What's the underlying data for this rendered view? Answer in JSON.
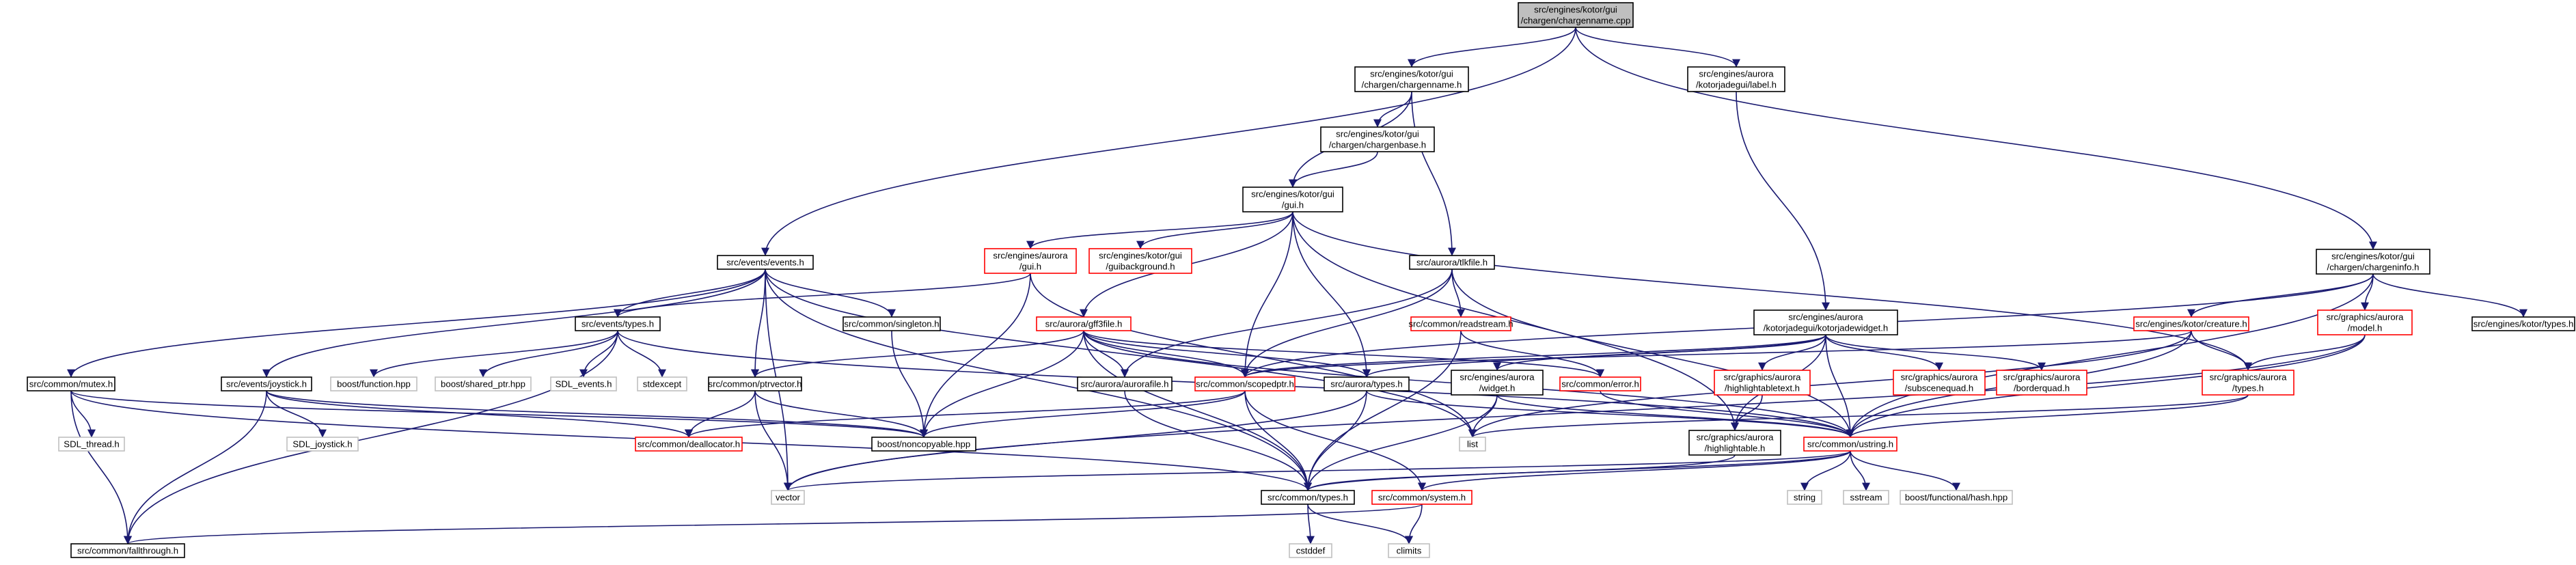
{
  "colors": {
    "edge": "#191970",
    "box_default": "#000000",
    "box_incomplete": "#ff0000",
    "box_nolink": "#bfbfbf",
    "root_fill": "#bfbfbf",
    "background": "#ffffff"
  },
  "nodes": {
    "root": {
      "lines": [
        "src/engines/kotor/gui",
        "/chargen/chargenname.cpp"
      ],
      "style": "root"
    },
    "chargenname_h": {
      "lines": [
        "src/engines/kotor/gui",
        "/chargen/chargenname.h"
      ],
      "style": "default"
    },
    "kotorjadegui_label_h": {
      "lines": [
        "src/engines/aurora",
        "/kotorjadegui/label.h"
      ],
      "style": "default"
    },
    "chargeninfo_h": {
      "lines": [
        "src/engines/kotor/gui",
        "/chargen/chargeninfo.h"
      ],
      "style": "default"
    },
    "chargenbase_h": {
      "lines": [
        "src/engines/kotor/gui",
        "/chargen/chargenbase.h"
      ],
      "style": "default"
    },
    "kotor_gui_h": {
      "lines": [
        "src/engines/kotor/gui",
        "/gui.h"
      ],
      "style": "default"
    },
    "events_h": {
      "lines": [
        "src/events/events.h"
      ],
      "style": "default"
    },
    "aurora_gui_h": {
      "lines": [
        "src/engines/aurora",
        "/gui.h"
      ],
      "style": "incomplete"
    },
    "guibackground_h": {
      "lines": [
        "src/engines/kotor/gui",
        "/guibackground.h"
      ],
      "style": "incomplete"
    },
    "tlkfile_h": {
      "lines": [
        "src/aurora/tlkfile.h"
      ],
      "style": "default"
    },
    "kotorjadewidget_h": {
      "lines": [
        "src/engines/aurora",
        "/kotorjadegui/kotorjadewidget.h"
      ],
      "style": "default"
    },
    "creature_h": {
      "lines": [
        "src/engines/kotor/creature.h"
      ],
      "style": "incomplete"
    },
    "graphics_model_h": {
      "lines": [
        "src/graphics/aurora",
        "/model.h"
      ],
      "style": "incomplete"
    },
    "kotor_types_h": {
      "lines": [
        "src/engines/kotor/types.h"
      ],
      "style": "default"
    },
    "events_types_h": {
      "lines": [
        "src/events/types.h"
      ],
      "style": "default"
    },
    "singleton_h": {
      "lines": [
        "src/common/singleton.h"
      ],
      "style": "default"
    },
    "gff3file_h": {
      "lines": [
        "src/aurora/gff3file.h"
      ],
      "style": "incomplete"
    },
    "readstream_h": {
      "lines": [
        "src/common/readstream.h"
      ],
      "style": "incomplete"
    },
    "mutex_h": {
      "lines": [
        "src/common/mutex.h"
      ],
      "style": "default"
    },
    "joystick_h": {
      "lines": [
        "src/events/joystick.h"
      ],
      "style": "default"
    },
    "boost_function": {
      "lines": [
        "boost/function.hpp"
      ],
      "style": "nolink"
    },
    "boost_shared_ptr": {
      "lines": [
        "boost/shared_ptr.hpp"
      ],
      "style": "nolink"
    },
    "sdl_events": {
      "lines": [
        "SDL_events.h"
      ],
      "style": "nolink"
    },
    "stdexcept": {
      "lines": [
        "stdexcept"
      ],
      "style": "nolink"
    },
    "ptrvector_h": {
      "lines": [
        "src/common/ptrvector.h"
      ],
      "style": "default"
    },
    "aurorafile_h": {
      "lines": [
        "src/aurora/aurorafile.h"
      ],
      "style": "default"
    },
    "scopedptr_h": {
      "lines": [
        "src/common/scopedptr.h"
      ],
      "style": "incomplete"
    },
    "aurora_types_h": {
      "lines": [
        "src/aurora/types.h"
      ],
      "style": "default"
    },
    "error_h": {
      "lines": [
        "src/common/error.h"
      ],
      "style": "incomplete"
    },
    "widget_h": {
      "lines": [
        "src/engines/aurora",
        "/widget.h"
      ],
      "style": "default"
    },
    "highlightabletext_h": {
      "lines": [
        "src/graphics/aurora",
        "/highlightabletext.h"
      ],
      "style": "incomplete"
    },
    "subscenequad_h": {
      "lines": [
        "src/graphics/aurora",
        "/subscenequad.h"
      ],
      "style": "incomplete"
    },
    "borderquad_h": {
      "lines": [
        "src/graphics/aurora",
        "/borderquad.h"
      ],
      "style": "incomplete"
    },
    "graphics_types_h": {
      "lines": [
        "src/graphics/aurora",
        "/types.h"
      ],
      "style": "incomplete"
    },
    "sdl_thread": {
      "lines": [
        "SDL_thread.h"
      ],
      "style": "nolink"
    },
    "sdl_joystick": {
      "lines": [
        "SDL_joystick.h"
      ],
      "style": "nolink"
    },
    "deallocator_h": {
      "lines": [
        "src/common/deallocator.h"
      ],
      "style": "incomplete"
    },
    "noncopyable": {
      "lines": [
        "boost/noncopyable.hpp"
      ],
      "style": "default"
    },
    "list": {
      "lines": [
        "list"
      ],
      "style": "nolink"
    },
    "highlightable_h": {
      "lines": [
        "src/graphics/aurora",
        "/highlightable.h"
      ],
      "style": "default"
    },
    "ustring_h": {
      "lines": [
        "src/common/ustring.h"
      ],
      "style": "incomplete"
    },
    "vector": {
      "lines": [
        "vector"
      ],
      "style": "nolink"
    },
    "common_types_h": {
      "lines": [
        "src/common/types.h"
      ],
      "style": "default"
    },
    "system_h": {
      "lines": [
        "src/common/system.h"
      ],
      "style": "incomplete"
    },
    "string": {
      "lines": [
        "string"
      ],
      "style": "nolink"
    },
    "sstream": {
      "lines": [
        "sstream"
      ],
      "style": "nolink"
    },
    "boost_hash": {
      "lines": [
        "boost/functional/hash.hpp"
      ],
      "style": "nolink"
    },
    "fallthrough_h": {
      "lines": [
        "src/common/fallthrough.h"
      ],
      "style": "default"
    },
    "cstddef": {
      "lines": [
        "cstddef"
      ],
      "style": "nolink"
    },
    "climits": {
      "lines": [
        "climits"
      ],
      "style": "nolink"
    }
  },
  "edges": [
    [
      "root",
      "chargenname_h"
    ],
    [
      "root",
      "kotorjadegui_label_h"
    ],
    [
      "root",
      "chargeninfo_h"
    ],
    [
      "root",
      "events_h"
    ],
    [
      "chargenname_h",
      "chargenbase_h"
    ],
    [
      "chargenname_h",
      "kotor_gui_h"
    ],
    [
      "chargenname_h",
      "tlkfile_h"
    ],
    [
      "chargenbase_h",
      "kotor_gui_h"
    ],
    [
      "kotorjadegui_label_h",
      "kotorjadewidget_h"
    ],
    [
      "chargeninfo_h",
      "creature_h"
    ],
    [
      "chargeninfo_h",
      "graphics_model_h"
    ],
    [
      "chargeninfo_h",
      "kotor_types_h"
    ],
    [
      "chargeninfo_h",
      "scopedptr_h"
    ],
    [
      "chargeninfo_h",
      "ustring_h"
    ],
    [
      "kotor_gui_h",
      "aurora_gui_h"
    ],
    [
      "kotor_gui_h",
      "guibackground_h"
    ],
    [
      "kotor_gui_h",
      "gff3file_h"
    ],
    [
      "kotor_gui_h",
      "scopedptr_h"
    ],
    [
      "kotor_gui_h",
      "aurora_types_h"
    ],
    [
      "kotor_gui_h",
      "highlightable_h"
    ],
    [
      "kotor_gui_h",
      "graphics_types_h"
    ],
    [
      "events_h",
      "events_types_h"
    ],
    [
      "events_h",
      "singleton_h"
    ],
    [
      "events_h",
      "ptrvector_h"
    ],
    [
      "events_h",
      "mutex_h"
    ],
    [
      "events_h",
      "joystick_h"
    ],
    [
      "events_h",
      "list"
    ],
    [
      "events_h",
      "vector"
    ],
    [
      "events_h",
      "common_types_h"
    ],
    [
      "aurora_gui_h",
      "events_types_h"
    ],
    [
      "aurora_gui_h",
      "noncopyable"
    ],
    [
      "aurora_gui_h",
      "list"
    ],
    [
      "tlkfile_h",
      "readstream_h"
    ],
    [
      "tlkfile_h",
      "aurorafile_h"
    ],
    [
      "tlkfile_h",
      "scopedptr_h"
    ],
    [
      "tlkfile_h",
      "ustring_h"
    ],
    [
      "kotorjadewidget_h",
      "widget_h"
    ],
    [
      "kotorjadewidget_h",
      "highlightabletext_h"
    ],
    [
      "kotorjadewidget_h",
      "subscenequad_h"
    ],
    [
      "kotorjadewidget_h",
      "borderquad_h"
    ],
    [
      "kotorjadewidget_h",
      "highlightable_h"
    ],
    [
      "kotorjadewidget_h",
      "scopedptr_h"
    ],
    [
      "kotorjadewidget_h",
      "ustring_h"
    ],
    [
      "kotorjadewidget_h",
      "aurora_types_h"
    ],
    [
      "creature_h",
      "scopedptr_h"
    ],
    [
      "creature_h",
      "graphics_types_h"
    ],
    [
      "creature_h",
      "ustring_h"
    ],
    [
      "creature_h",
      "list"
    ],
    [
      "graphics_model_h",
      "graphics_types_h"
    ],
    [
      "graphics_model_h",
      "ustring_h"
    ],
    [
      "graphics_model_h",
      "vector"
    ],
    [
      "events_types_h",
      "boost_function"
    ],
    [
      "events_types_h",
      "boost_shared_ptr"
    ],
    [
      "events_types_h",
      "sdl_events"
    ],
    [
      "events_types_h",
      "stdexcept"
    ],
    [
      "events_types_h",
      "fallthrough_h"
    ],
    [
      "events_types_h",
      "ustring_h"
    ],
    [
      "singleton_h",
      "noncopyable"
    ],
    [
      "gff3file_h",
      "ptrvector_h"
    ],
    [
      "gff3file_h",
      "aurorafile_h"
    ],
    [
      "gff3file_h",
      "scopedptr_h"
    ],
    [
      "gff3file_h",
      "aurora_types_h"
    ],
    [
      "gff3file_h",
      "error_h"
    ],
    [
      "gff3file_h",
      "noncopyable"
    ],
    [
      "gff3file_h",
      "common_types_h"
    ],
    [
      "gff3file_h",
      "ustring_h"
    ],
    [
      "readstream_h",
      "error_h"
    ],
    [
      "readstream_h",
      "common_types_h"
    ],
    [
      "mutex_h",
      "sdl_thread"
    ],
    [
      "mutex_h",
      "fallthrough_h"
    ],
    [
      "mutex_h",
      "noncopyable"
    ],
    [
      "mutex_h",
      "common_types_h"
    ],
    [
      "joystick_h",
      "sdl_joystick"
    ],
    [
      "joystick_h",
      "fallthrough_h"
    ],
    [
      "joystick_h",
      "noncopyable"
    ],
    [
      "joystick_h",
      "deallocator_h"
    ],
    [
      "ptrvector_h",
      "deallocator_h"
    ],
    [
      "ptrvector_h",
      "noncopyable"
    ],
    [
      "ptrvector_h",
      "vector"
    ],
    [
      "aurorafile_h",
      "common_types_h"
    ],
    [
      "scopedptr_h",
      "deallocator_h"
    ],
    [
      "scopedptr_h",
      "noncopyable"
    ],
    [
      "scopedptr_h",
      "common_types_h"
    ],
    [
      "scopedptr_h",
      "system_h"
    ],
    [
      "aurora_types_h",
      "vector"
    ],
    [
      "aurora_types_h",
      "common_types_h"
    ],
    [
      "aurora_types_h",
      "ustring_h"
    ],
    [
      "error_h",
      "ustring_h"
    ],
    [
      "widget_h",
      "list"
    ],
    [
      "widget_h",
      "ustring_h"
    ],
    [
      "widget_h",
      "common_types_h"
    ],
    [
      "highlightabletext_h",
      "highlightable_h"
    ],
    [
      "highlightable_h",
      "common_types_h"
    ],
    [
      "graphics_types_h",
      "list"
    ],
    [
      "graphics_types_h",
      "ustring_h"
    ],
    [
      "ustring_h",
      "string"
    ],
    [
      "ustring_h",
      "sstream"
    ],
    [
      "ustring_h",
      "boost_hash"
    ],
    [
      "ustring_h",
      "vector"
    ],
    [
      "ustring_h",
      "common_types_h"
    ],
    [
      "ustring_h",
      "system_h"
    ],
    [
      "common_types_h",
      "cstddef"
    ],
    [
      "common_types_h",
      "climits"
    ],
    [
      "system_h",
      "climits"
    ],
    [
      "system_h",
      "fallthrough_h"
    ]
  ]
}
